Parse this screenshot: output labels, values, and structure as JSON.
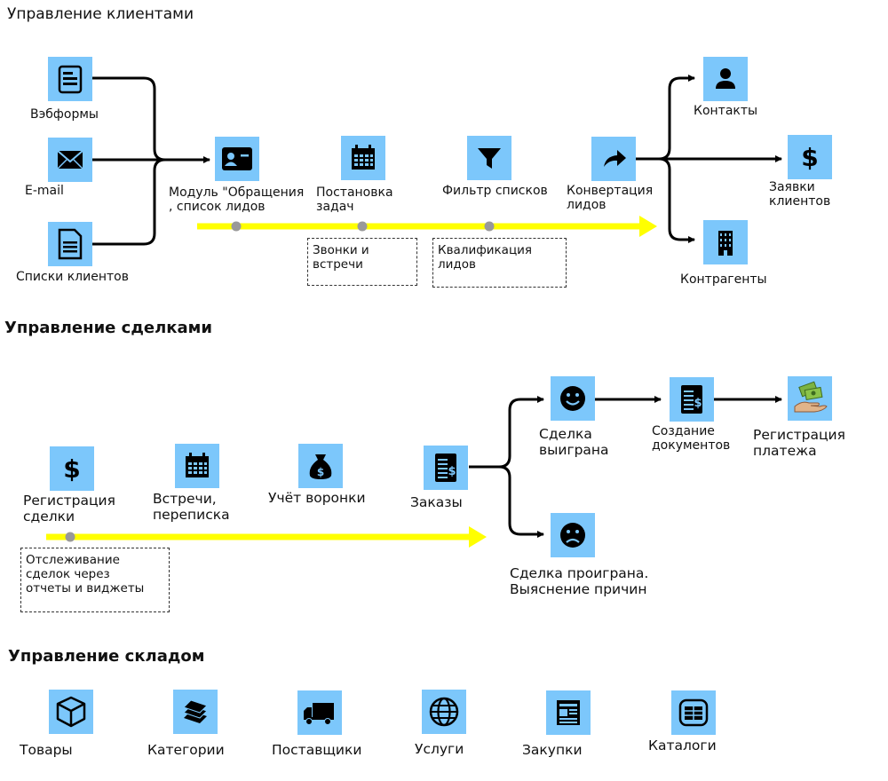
{
  "sections": {
    "clients": "Управление клиентами",
    "deals": "Управление сделками",
    "warehouse": "Управление складом"
  },
  "clients": {
    "webforms": "Вэбформы",
    "email": "E-mail",
    "client_lists": "Списки клиентов",
    "module_l1": "Модуль \"Обращения",
    "module_l2": ", список лидов",
    "tasks_l1": "Постановка",
    "tasks_l2": "задач",
    "filter": "Фильтр списков",
    "conversion_l1": "Конвертация",
    "conversion_l2": "лидов",
    "contacts": "Контакты",
    "requests_l1": "Заявки",
    "requests_l2": "клиентов",
    "contractors": "Контрагенты",
    "note_calls_l1": "Звонки и",
    "note_calls_l2": "встречи",
    "note_qual_l1": "Квалификация",
    "note_qual_l2": "лидов"
  },
  "deals": {
    "registration_l1": "Регистрация",
    "registration_l2": "сделки",
    "meetings_l1": "Встречи,",
    "meetings_l2": "переписка",
    "funnel": "Учёт воронки",
    "orders": "Заказы",
    "won_l1": "Сделка",
    "won_l2": "выиграна",
    "docs_l1": "Создание",
    "docs_l2": "документов",
    "payment_l1": "Регистрация",
    "payment_l2": "платежа",
    "lost_l1": "Сделка проиграна.",
    "lost_l2": "Выяснение причин",
    "note_l1": "Отслеживание",
    "note_l2": "сделок через",
    "note_l3": "отчеты и виджеты"
  },
  "warehouse": {
    "goods": "Товары",
    "categories": "Категории",
    "suppliers": "Поставщики",
    "services": "Услуги",
    "purchases": "Закупки",
    "catalogs": "Каталоги"
  },
  "colors": {
    "tile": "#7cc7fb",
    "arrow_yellow": "#ffff00",
    "milestone": "#999999",
    "line": "#000000"
  }
}
